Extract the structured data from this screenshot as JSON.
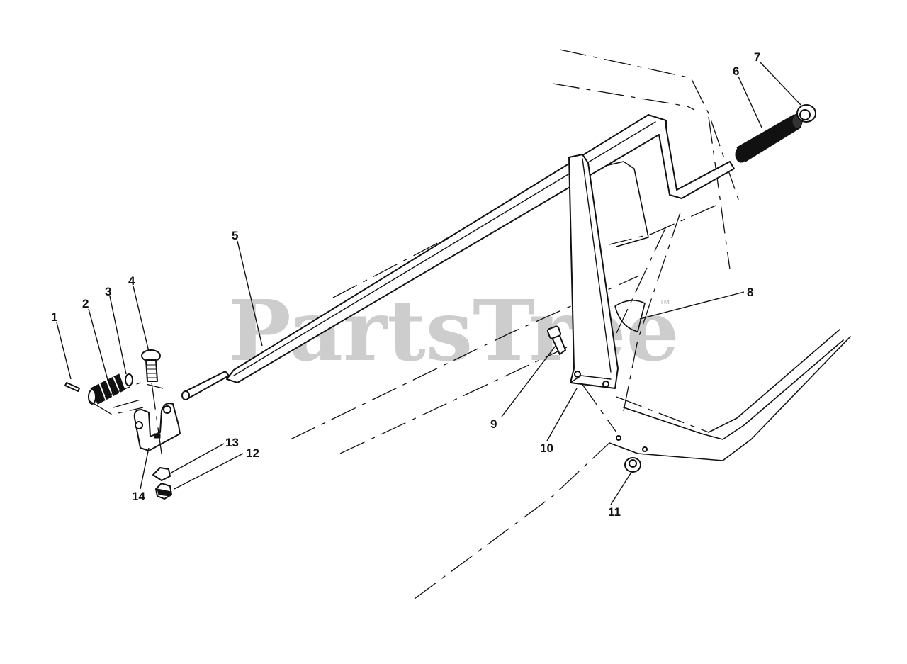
{
  "watermark": {
    "text": "PartsTree",
    "mark": "™"
  },
  "callouts": [
    {
      "id": "c1",
      "label": "1"
    },
    {
      "id": "c2",
      "label": "2"
    },
    {
      "id": "c3",
      "label": "3"
    },
    {
      "id": "c4",
      "label": "4"
    },
    {
      "id": "c5",
      "label": "5"
    },
    {
      "id": "c6",
      "label": "6"
    },
    {
      "id": "c7",
      "label": "7"
    },
    {
      "id": "c8",
      "label": "8"
    },
    {
      "id": "c9",
      "label": "9"
    },
    {
      "id": "c10",
      "label": "10"
    },
    {
      "id": "c11",
      "label": "11"
    },
    {
      "id": "c12",
      "label": "12"
    },
    {
      "id": "c13",
      "label": "13"
    },
    {
      "id": "c14",
      "label": "14"
    }
  ]
}
